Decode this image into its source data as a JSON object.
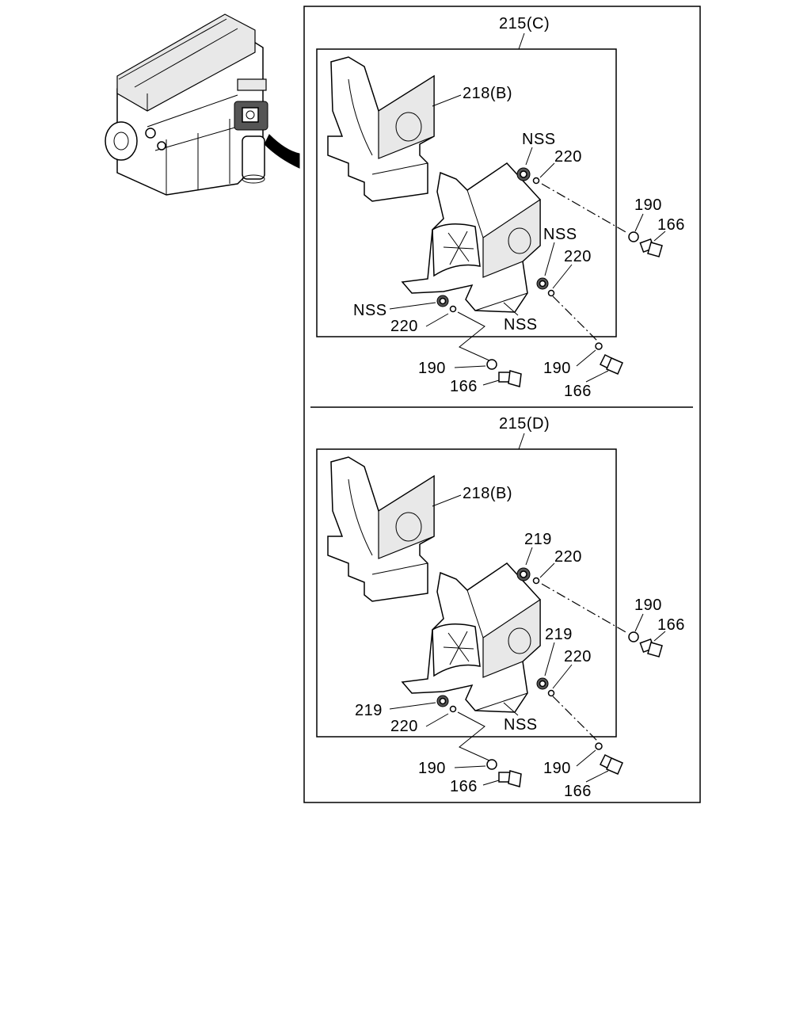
{
  "panels": [
    {
      "title": "215(C)",
      "labels": {
        "bracket": "218(B)",
        "nut_top": "NSS",
        "washer_top": "220",
        "washer_right": "190",
        "bolt_right": "166",
        "nut_mid": "NSS",
        "washer_mid": "220",
        "nut_left": "NSS",
        "washer_left": "220",
        "bracket_lower": "NSS",
        "washer_bl": "190",
        "bolt_bl": "166",
        "washer_br": "190",
        "bolt_br": "166"
      }
    },
    {
      "title": "215(D)",
      "labels": {
        "bracket": "218(B)",
        "nut_top": "219",
        "washer_top": "220",
        "washer_right": "190",
        "bolt_right": "166",
        "nut_mid": "219",
        "washer_mid": "220",
        "nut_left": "219",
        "washer_left": "220",
        "bracket_lower": "NSS",
        "washer_bl": "190",
        "bolt_bl": "166",
        "washer_br": "190",
        "bolt_br": "166"
      }
    }
  ],
  "icons": {
    "engine": "engine-block-icon",
    "pointer": "curved-arrow-icon"
  }
}
